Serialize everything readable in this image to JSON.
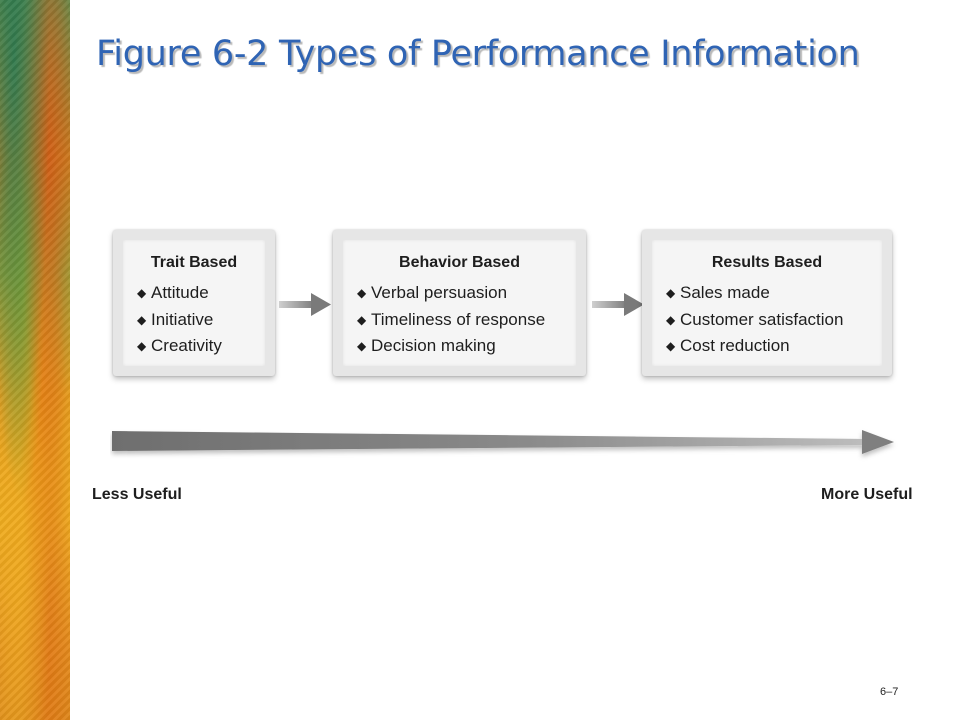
{
  "title": "Figure 6-2 Types of Performance Information",
  "boxes": [
    {
      "heading": "Trait Based",
      "items": [
        "Attitude",
        "Initiative",
        "Creativity"
      ]
    },
    {
      "heading": "Behavior Based",
      "items": [
        "Verbal persuasion",
        "Timeliness of response",
        "Decision making"
      ]
    },
    {
      "heading": "Results Based",
      "items": [
        "Sales made",
        "Customer satisfaction",
        "Cost reduction"
      ]
    }
  ],
  "bullet_glyph": "◆",
  "scale": {
    "left_label": "Less Useful",
    "right_label": "More Useful"
  },
  "page_number": "6–7",
  "colors": {
    "title": "#2f64b4",
    "box_fill": "#f5f5f5",
    "arrow_gray": "#8c8c8c"
  }
}
